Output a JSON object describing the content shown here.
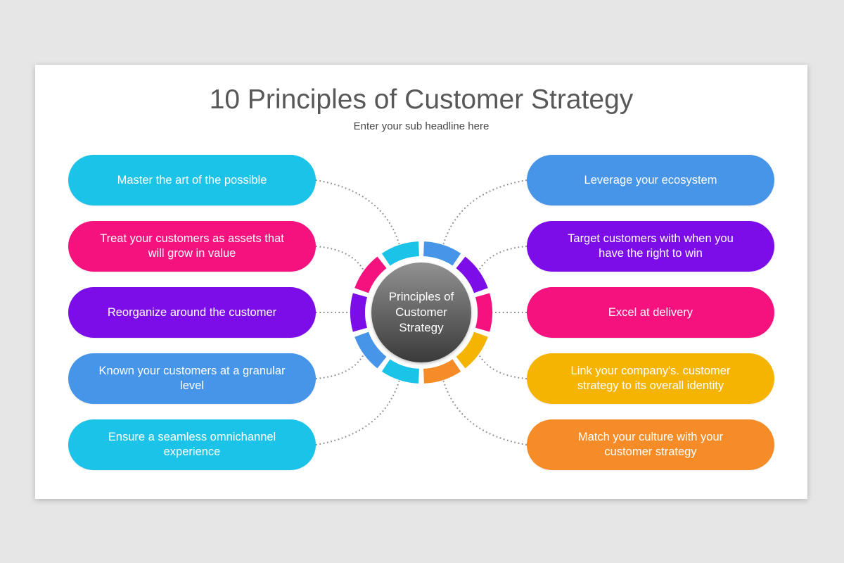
{
  "page": {
    "background": "#e7e6e6",
    "card_background": "#ffffff"
  },
  "header": {
    "title": "10 Principles of Customer Strategy",
    "subtitle": "Enter your sub headline here",
    "title_color": "#58585a",
    "subtitle_color": "#4a4a4a"
  },
  "hub": {
    "text": "Principles of\nCustomer\nStrategy",
    "text_color": "#ffffff",
    "gradient_top": "#919191",
    "gradient_bottom": "#3a3a3a"
  },
  "palette": {
    "cyan": "#1cc3e8",
    "blue": "#4795e8",
    "purple": "#7c0de9",
    "pink": "#f5117e",
    "yellow": "#f6b402",
    "orange": "#f68c28",
    "connector_dot": "#8c8c8c"
  },
  "left_items": [
    {
      "label": "Master the art of the possible",
      "color": "#1cc3e8"
    },
    {
      "label": "Treat your customers as assets that\nwill grow in value",
      "color": "#f5117e"
    },
    {
      "label": "Reorganize around the customer",
      "color": "#7c0de9"
    },
    {
      "label": "Known your customers at a granular\nlevel",
      "color": "#4795e8"
    },
    {
      "label": "Ensure a seamless omnichannel\nexperience",
      "color": "#1cc3e8"
    }
  ],
  "right_items": [
    {
      "label": "Leverage your ecosystem",
      "color": "#4795e8"
    },
    {
      "label": "Target customers with when you\nhave the right to win",
      "color": "#7c0de9"
    },
    {
      "label": "Excel at delivery",
      "color": "#f5117e"
    },
    {
      "label": "Link your company's. customer\nstrategy to its overall identity",
      "color": "#f6b402"
    },
    {
      "label": "Match your culture with your\ncustomer strategy",
      "color": "#f68c28"
    }
  ],
  "ring_segments_clockwise_from_top": [
    "#4795e8",
    "#7c0de9",
    "#f5117e",
    "#f6b402",
    "#f68c28",
    "#1cc3e8",
    "#4795e8",
    "#7c0de9",
    "#f5117e",
    "#1cc3e8"
  ]
}
